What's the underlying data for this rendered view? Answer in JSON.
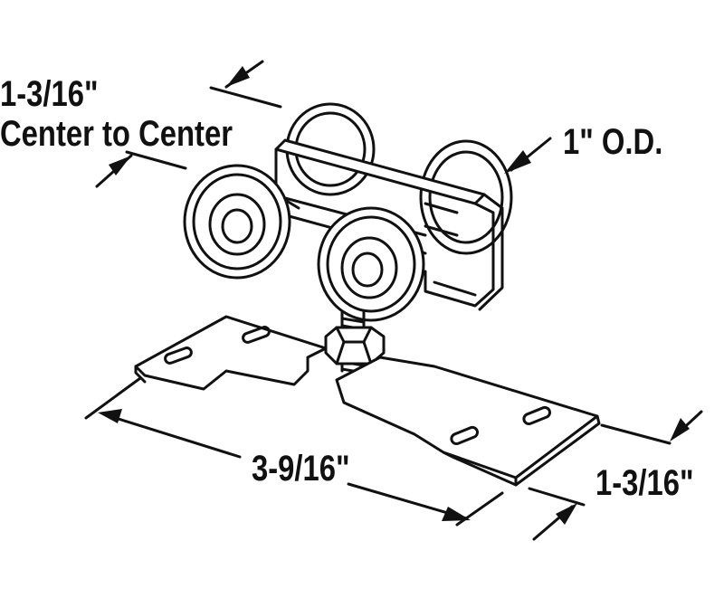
{
  "diagram": {
    "subject": "pocket door roller assembly",
    "ink_color": "#111111",
    "background": "#ffffff",
    "labels": {
      "center_to_center_value": "1-3/16\"",
      "center_to_center_text": "Center to Center",
      "wheel_od": "1\" O.D.",
      "plate_length": "3-9/16\"",
      "plate_width": "1-3/16\""
    }
  }
}
